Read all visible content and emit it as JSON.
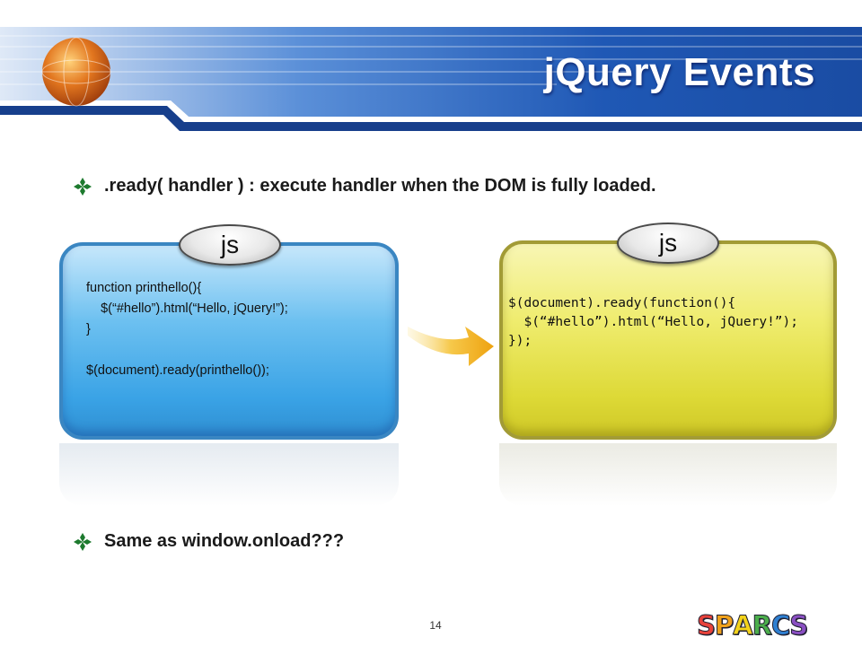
{
  "slide": {
    "title": "jQuery Events",
    "bullets": [
      ".ready( handler ) : execute handler when the DOM is fully loaded.",
      "Same as window.onload???"
    ],
    "page_number": "14"
  },
  "boxes": {
    "left": {
      "tab_label": "js",
      "code": "function printhello(){\n    $(“#hello”).html(“Hello, jQuery!”);\n}\n\n$(document).ready(printhello());"
    },
    "right": {
      "tab_label": "js",
      "code": "$(document).ready(function(){\n  $(“#hello”).html(“Hello, jQuery!”);\n});"
    }
  },
  "logo": {
    "letters": [
      "S",
      "P",
      "A",
      "R",
      "C",
      "S"
    ],
    "colors": [
      "#e8423b",
      "#f0a21c",
      "#f3d21a",
      "#4cae4c",
      "#2e7fd1",
      "#8a4fc2"
    ]
  },
  "colors": {
    "banner": "#1f58b5",
    "blue_box": "#3aa3e6",
    "yellow_box": "#ddd936",
    "arrow": "#f1b21c"
  }
}
